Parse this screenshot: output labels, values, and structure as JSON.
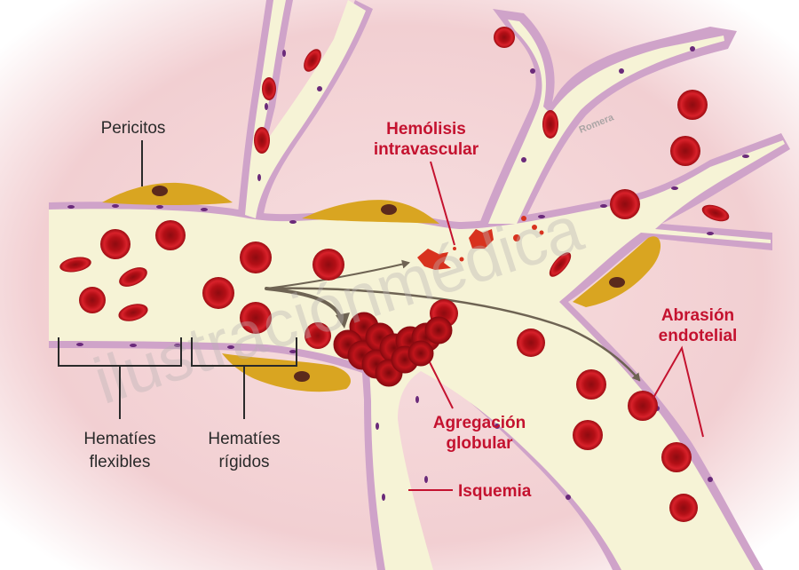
{
  "labels": {
    "pericitos": "Pericitos",
    "hemolisis_line1": "Hemólisis",
    "hemolisis_line2": "intravascular",
    "abrasion_line1": "Abrasión",
    "abrasion_line2": "endotelial",
    "agregacion_line1": "Agregación",
    "agregacion_line2": "globular",
    "isquemia": "Isquemia",
    "flexibles_line1": "Hematíes",
    "flexibles_line2": "flexibles",
    "rigidos_line1": "Hematíes",
    "rigidos_line2": "rígidos"
  },
  "watermark": {
    "text": "ilustraciónmédica",
    "author": "Romera"
  },
  "colors": {
    "background_tissue": "#f4d6d8",
    "plasma": "#f6f3d6",
    "vessel_wall": "#cfa3c9",
    "nucleus": "#6a2a7a",
    "red_cell": "#c8141c",
    "pericyte": "#d9a521",
    "label_red": "#c4122f",
    "label_dark": "#2a2a2a",
    "flow_arrow": "#6e6353"
  }
}
